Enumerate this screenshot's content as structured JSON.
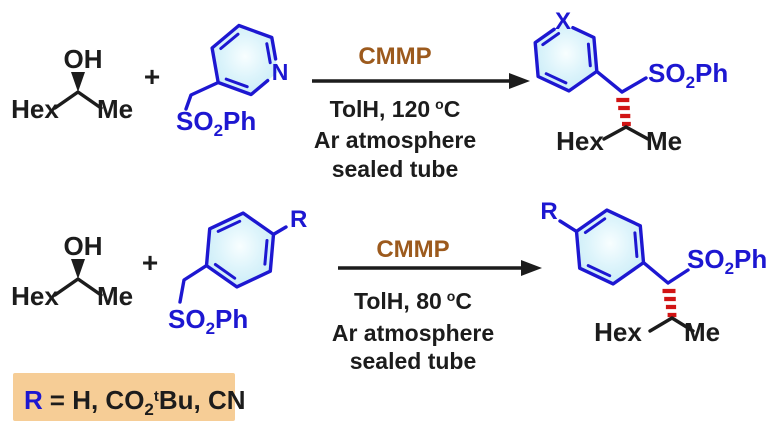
{
  "colors": {
    "blue": "#1d17d1",
    "black": "#1c1c1c",
    "red": "#d11414",
    "brown": "#9c5a1d",
    "box_bg": "#f6cd96",
    "ring_center": "#f8feff",
    "ring_mid": "#ddf4fb",
    "ring_edge": "#c2e9f6"
  },
  "labels": {
    "oh": "OH",
    "hex": "Hex",
    "me": "Me",
    "plus": "+",
    "so2_pre": "SO",
    "so2_sub": "2",
    "so2_post": "Ph",
    "n_atom": "N",
    "x_substituent": "X",
    "r_substituent": "R"
  },
  "top_reaction": {
    "reagent": "CMMP",
    "solvent_temp_pre": "TolH, 120",
    "degree_sup": "o",
    "degree_unit": "C",
    "condition_2": "Ar atmosphere",
    "condition_3": "sealed tube"
  },
  "bottom_reaction": {
    "reagent": "CMMP",
    "solvent_temp_pre": "TolH, 80",
    "degree_sup": "o",
    "degree_unit": "C",
    "condition_2": "Ar atmosphere",
    "condition_3": "sealed tube"
  },
  "r_legend": {
    "r": "R",
    "eq": "= H, CO",
    "sub": "2",
    "sup": "t",
    "rest": "Bu, CN"
  }
}
